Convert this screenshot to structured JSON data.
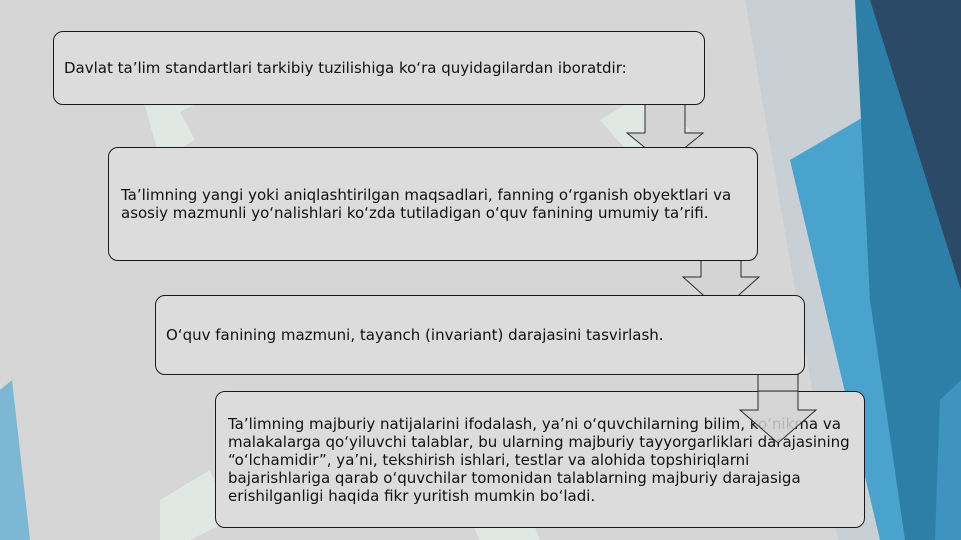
{
  "slide": {
    "colors": {
      "background": "#d6d6d6",
      "accent_dark": "#2a4a68",
      "accent_mid": "#2e7fa8",
      "accent_light": "#4aa3cc",
      "box_fill": "#dcdcdc",
      "arrow_fill": "#d4d4d4",
      "watermark": "#e6f4ee"
    },
    "steps": [
      {
        "text": "Davlat ta’lim standartlari tarkibiy tuzilishiga ko‘ra quyidagilardan iboratdir:"
      },
      {
        "text": "Ta’limning yangi yoki aniqlashtirilgan maqsadlari, fanning o‘rganish obyektlari va asosiy mazmunli yo‘nalishlari ko‘zda tutiladigan o‘quv fanining umumiy ta’rifi."
      },
      {
        "text": "O‘quv fanining mazmuni, tayanch (invariant) darajasini tasvirlash."
      },
      {
        "text": "Ta’limning majburiy natijalarini ifodalash, ya’ni o‘quvchilarning bilim, ko‘nikma va malakalarga qo‘yiluvchi talablar, bu ularning majburiy tayyorgarliklari darajasining “o‘lchamidir”, ya’ni, tekshirish ishlari, testlar va alohida topshiriqlarni bajarishlariga qarab o‘quvchilar tomonidan talablarning majburiy darajasiga erishilganligi haqida fikr yuritish mumkin bo‘ladi."
      }
    ]
  }
}
